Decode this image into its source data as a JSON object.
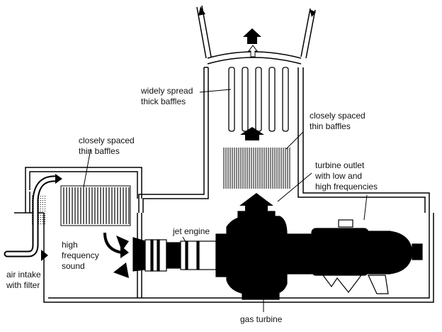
{
  "labels": {
    "widely_spread_1": "widely spread",
    "widely_spread_2": "thick baffles",
    "closely_top_1": "closely spaced",
    "closely_top_2": "thin baffles",
    "closely_left_1": "closely spaced",
    "closely_left_2": "thin baffles",
    "turbine_outlet_1": "turbine outlet",
    "turbine_outlet_2": "with low and",
    "turbine_outlet_3": "high frequencies",
    "jet_engine": "jet engine",
    "high_freq_1": "high",
    "high_freq_2": "frequency",
    "high_freq_3": "sound",
    "air_intake_1": "air intake",
    "air_intake_2": "with filter",
    "gas_turbine": "gas turbine"
  }
}
